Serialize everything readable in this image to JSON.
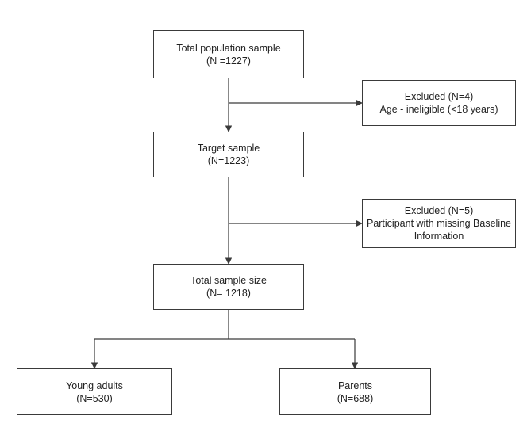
{
  "nodes": {
    "total_population": {
      "line1": "Total population sample",
      "line2": "(N =1227)"
    },
    "excluded_age": {
      "line1": "Excluded (N=4)",
      "line2": "Age - ineligible (<18 years)"
    },
    "target_sample": {
      "line1": "Target sample",
      "line2": "(N=1223)"
    },
    "excluded_missing": {
      "line1": "Excluded (N=5)",
      "line2": "Participant with missing Baseline",
      "line3": "Information"
    },
    "total_size": {
      "line1": "Total sample size",
      "line2": "(N= 1218)"
    },
    "young_adults": {
      "line1": "Young adults",
      "line2": "(N=530)"
    },
    "parents": {
      "line1": "Parents",
      "line2": "(N=688)"
    }
  },
  "edges": [
    {
      "from": "total_population",
      "to": "target_sample"
    },
    {
      "from": "total_population",
      "to": "excluded_age"
    },
    {
      "from": "target_sample",
      "to": "total_size"
    },
    {
      "from": "target_sample",
      "to": "excluded_missing"
    },
    {
      "from": "total_size",
      "to": "young_adults"
    },
    {
      "from": "total_size",
      "to": "parents"
    }
  ],
  "colors": {
    "line": "#3a3a3a",
    "background": "#ffffff"
  }
}
